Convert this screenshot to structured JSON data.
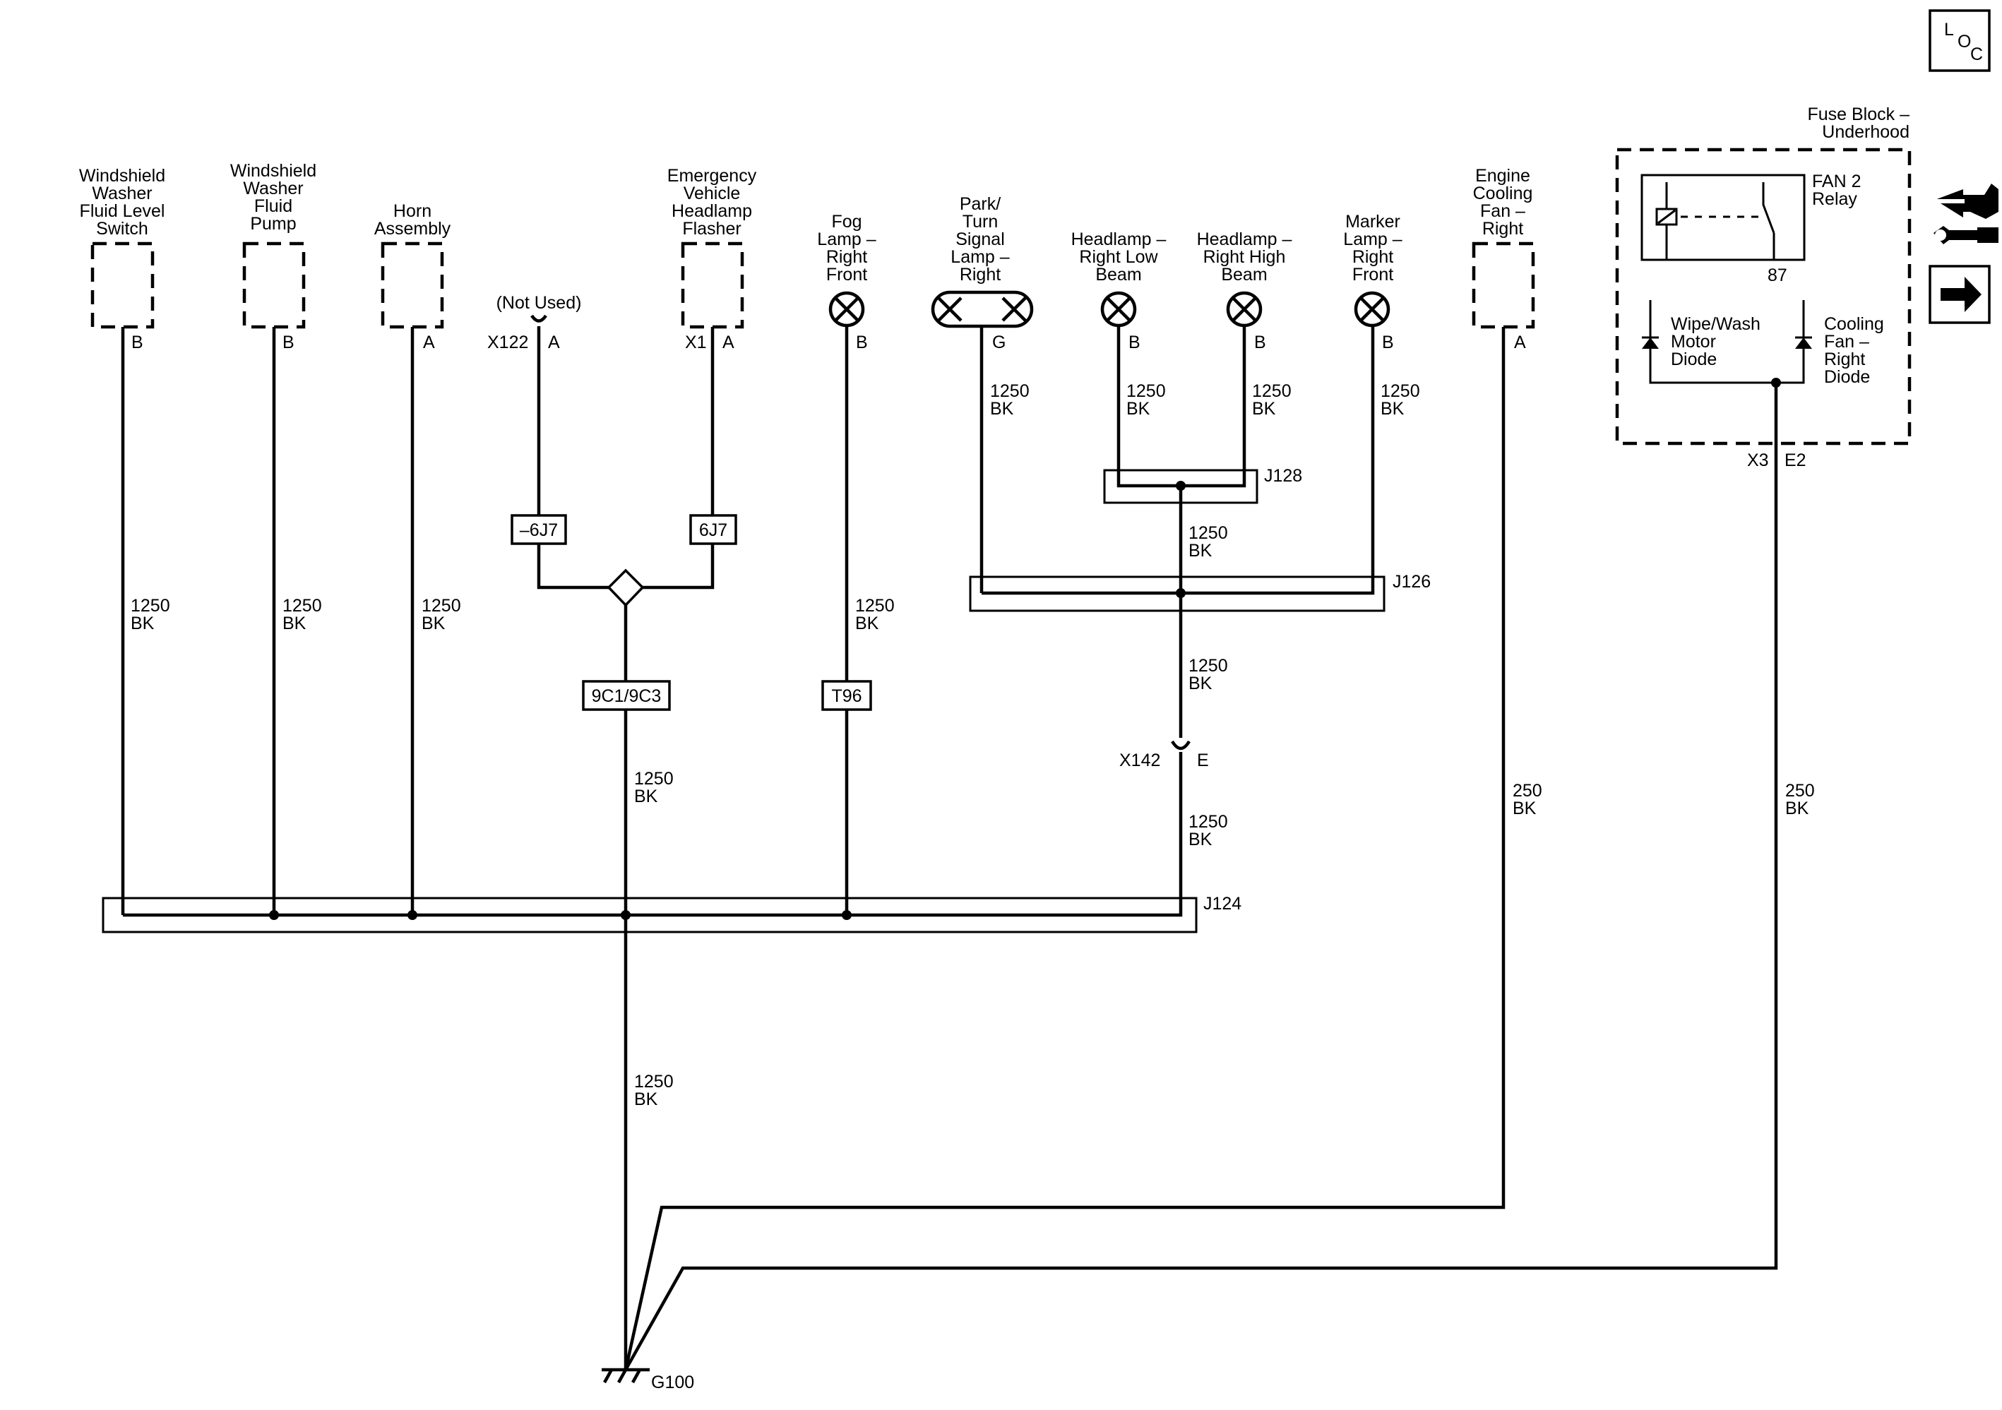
{
  "diagram": {
    "components": {
      "washer_switch": [
        "Windshield",
        "Washer",
        "Fluid Level",
        "Switch"
      ],
      "washer_pump": [
        "Windshield",
        "Washer",
        "Fluid",
        "Pump"
      ],
      "horn": [
        "Horn",
        "Assembly"
      ],
      "flasher": [
        "Emergency",
        "Vehicle",
        "Headlamp",
        "Flasher"
      ],
      "fog_lamp": [
        "Fog",
        "Lamp –",
        "Right",
        "Front"
      ],
      "park_lamp": [
        "Park/",
        "Turn",
        "Signal",
        "Lamp –",
        "Right"
      ],
      "low_beam": [
        "Headlamp –",
        "Right Low",
        "Beam"
      ],
      "high_beam": [
        "Headlamp –",
        "Right High",
        "Beam"
      ],
      "marker_lamp": [
        "Marker",
        "Lamp –",
        "Right",
        "Front"
      ],
      "cooling_fan": [
        "Engine",
        "Cooling",
        "Fan –",
        "Right"
      ],
      "fuse_block": [
        "Fuse Block –",
        "Underhood"
      ],
      "fan_relay": [
        "FAN 2",
        "Relay"
      ],
      "wipe_diode": [
        "Wipe/Wash",
        "Motor",
        "Diode"
      ],
      "fan_diode": [
        "Cooling",
        "Fan –",
        "Right",
        "Diode"
      ]
    },
    "pins": {
      "washer_switch": "B",
      "washer_pump": "B",
      "horn": "A",
      "x122": "A",
      "flasher": "A",
      "fog_lamp": "B",
      "park_lamp": "G",
      "low_beam": "B",
      "high_beam": "B",
      "marker_lamp": "B",
      "cooling_fan": "A",
      "relay_87": "87",
      "x142": "E",
      "fuse_e2": "E2"
    },
    "connectors": {
      "x122": "X122",
      "x1": "X1",
      "x142": "X142",
      "x3": "X3",
      "not_used": "(Not Used)"
    },
    "splices": {
      "j124": "J124",
      "j126": "J126",
      "j128": "J128"
    },
    "inline_refs": {
      "neg_6j7": "–6J7",
      "pos_6j7": "6J7",
      "c9": "9C1/9C3",
      "t96": "T96"
    },
    "ground": "G100",
    "wire_gauge": {
      "g1250": "1250",
      "g250": "250",
      "color_bk": "BK"
    },
    "loc_badge": {
      "l": "L",
      "o": "O",
      "c": "C"
    },
    "icons": [
      "harness-connector-icon",
      "wrench-icon",
      "arrow-right-icon"
    ]
  }
}
